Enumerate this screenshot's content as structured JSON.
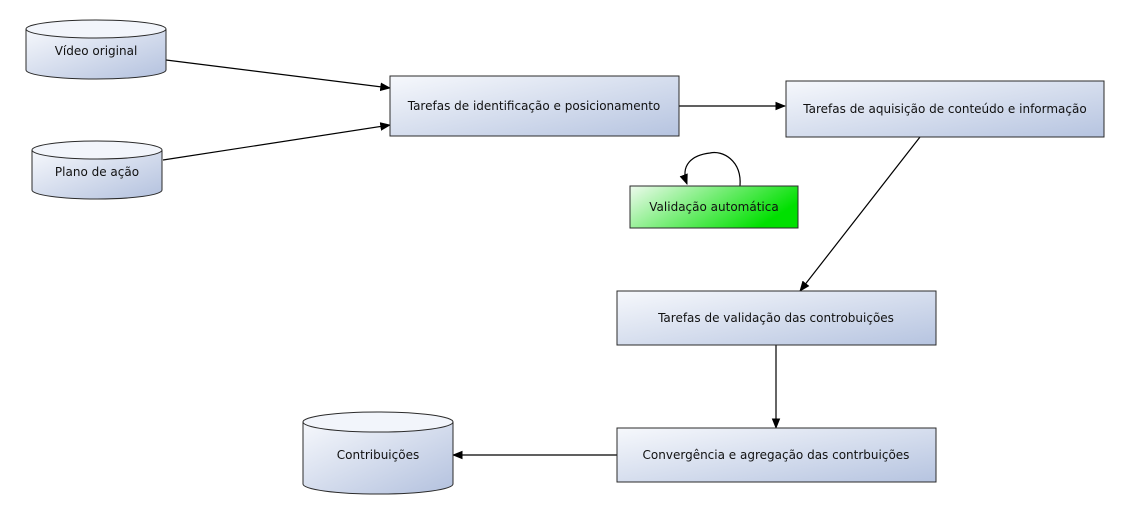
{
  "nodes": {
    "video_original": {
      "label": "Vídeo original"
    },
    "plano_acao": {
      "label": "Plano de ação"
    },
    "identificacao": {
      "label": "Tarefas de identificação e posicionamento"
    },
    "aquisicao": {
      "label": "Tarefas de aquisição de conteúdo e informação"
    },
    "validacao_auto": {
      "label": "Validação automática"
    },
    "validacao_contrib": {
      "label": "Tarefas de validação das controbuições"
    },
    "convergencia": {
      "label": "Convergência e agregação das contrbuições"
    },
    "contribuicoes": {
      "label": "Contribuições"
    }
  },
  "colors": {
    "box_fill_start": "#f4f6fb",
    "box_fill_end": "#b9c7e2",
    "green_start": "#eaffea",
    "green_end": "#00e000",
    "stroke": "#2b2b2b"
  }
}
